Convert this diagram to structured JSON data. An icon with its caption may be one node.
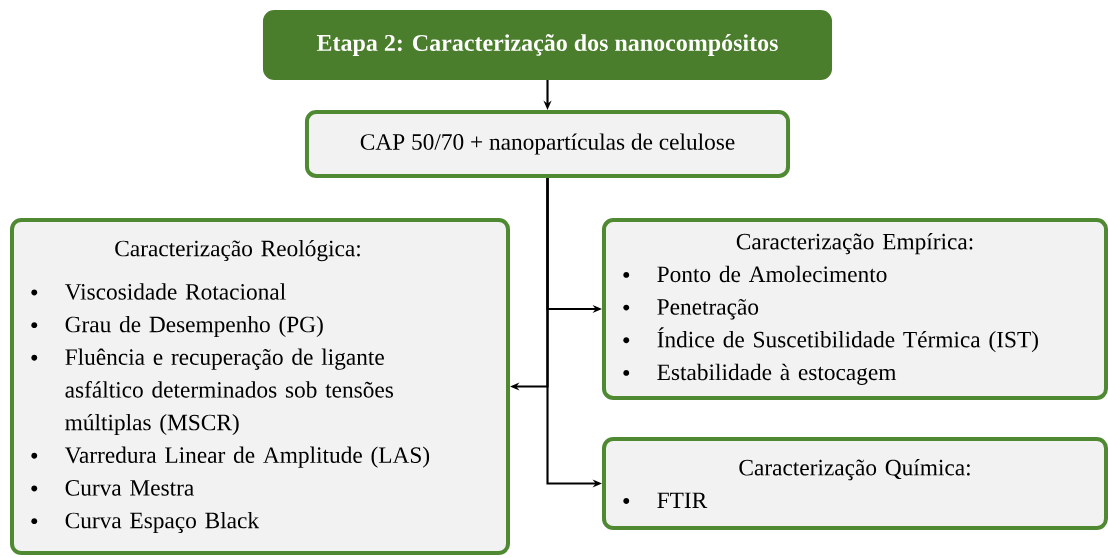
{
  "diagram": {
    "nodes": [
      {
        "text": [
          "Etapa 2: Caracterização dos nanocompósitos"
        ]
      },
      {
        "text": [
          "CAP 50/70 + nanopartículas de celulose"
        ]
      },
      {
        "text": [
          "Caracterização Reológica:",
          "Viscosidade Rotacional",
          "Grau de Desempenho (PG)",
          "Fluência e recuperação de ligante asfáltico determinados sob tensões múltiplas (MSCR)",
          "Varredura Linear de Amplitude (LAS)",
          "Curva Mestra",
          "Curva Espaço Black"
        ]
      },
      {
        "text": [
          "Caracterização Empírica:",
          "Ponto de Amolecimento",
          "Penetração",
          "Índice de Suscetibilidade Térmica (IST)",
          "Estabilidade à estocagem"
        ]
      },
      {
        "text": [
          "Caracterização Química:",
          "FTIR"
        ]
      }
    ],
    "edges": [
      {
        "from": 0,
        "to": 1,
        "arrow": "to"
      },
      {
        "from": 1,
        "to": 2,
        "arrow": "to"
      },
      {
        "from": 1,
        "to": 3,
        "arrow": "to"
      },
      {
        "from": 1,
        "to": 4,
        "arrow": "to"
      }
    ]
  }
}
